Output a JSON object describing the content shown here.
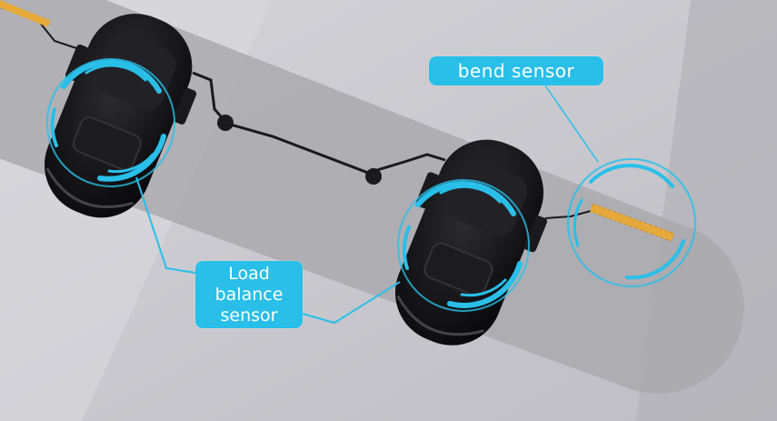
{
  "labels": {
    "bend_sensor": "bend sensor",
    "load_balance_sensor": [
      "Load",
      "balance",
      "sensor"
    ]
  },
  "colors": {
    "accent": "#29bfe9",
    "background": "#c9c9cf",
    "board": "#a6a6ab",
    "binding": "#141416",
    "bend_strip": "#e6a93b"
  },
  "icons": {
    "bend": "bend-sensor-strip-icon",
    "load": "load-sensor-ring-icon"
  }
}
